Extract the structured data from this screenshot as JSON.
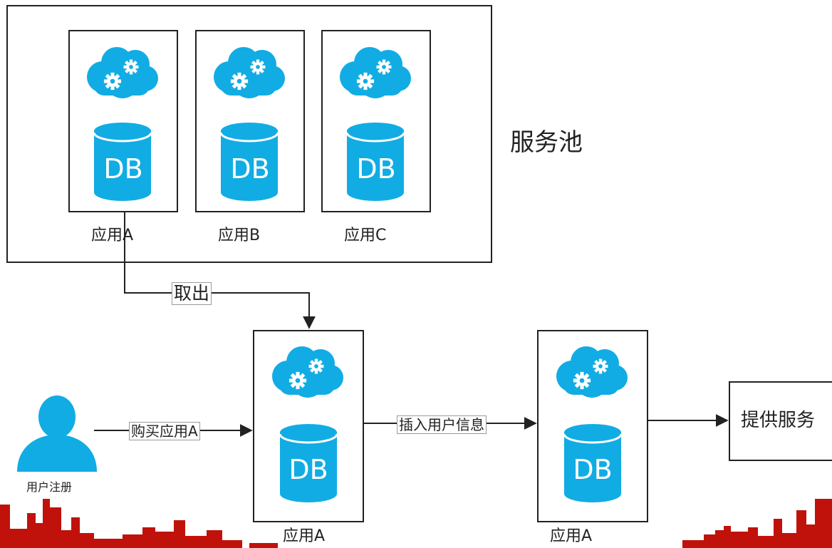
{
  "colors": {
    "icon": "#11ace4",
    "line": "#222222",
    "skyline": "#c0120b"
  },
  "pool": {
    "label": "服务池",
    "apps": [
      {
        "label": "应用A",
        "icon_cloud": "cloud-gears-icon",
        "icon_db": "database-icon",
        "db_text": "DB"
      },
      {
        "label": "应用B",
        "icon_cloud": "cloud-gears-icon",
        "icon_db": "database-icon",
        "db_text": "DB"
      },
      {
        "label": "应用C",
        "icon_cloud": "cloud-gears-icon",
        "icon_db": "database-icon",
        "db_text": "DB"
      }
    ]
  },
  "edges": {
    "take_out": "取出",
    "buy": "购买应用A",
    "insert": "插入用户信息"
  },
  "user": {
    "label": "用户注册",
    "icon": "user-icon"
  },
  "flow": {
    "app_before": {
      "label": "应用A",
      "db_text": "DB"
    },
    "app_after": {
      "label": "应用A",
      "db_text": "DB"
    },
    "service": "提供服务"
  }
}
